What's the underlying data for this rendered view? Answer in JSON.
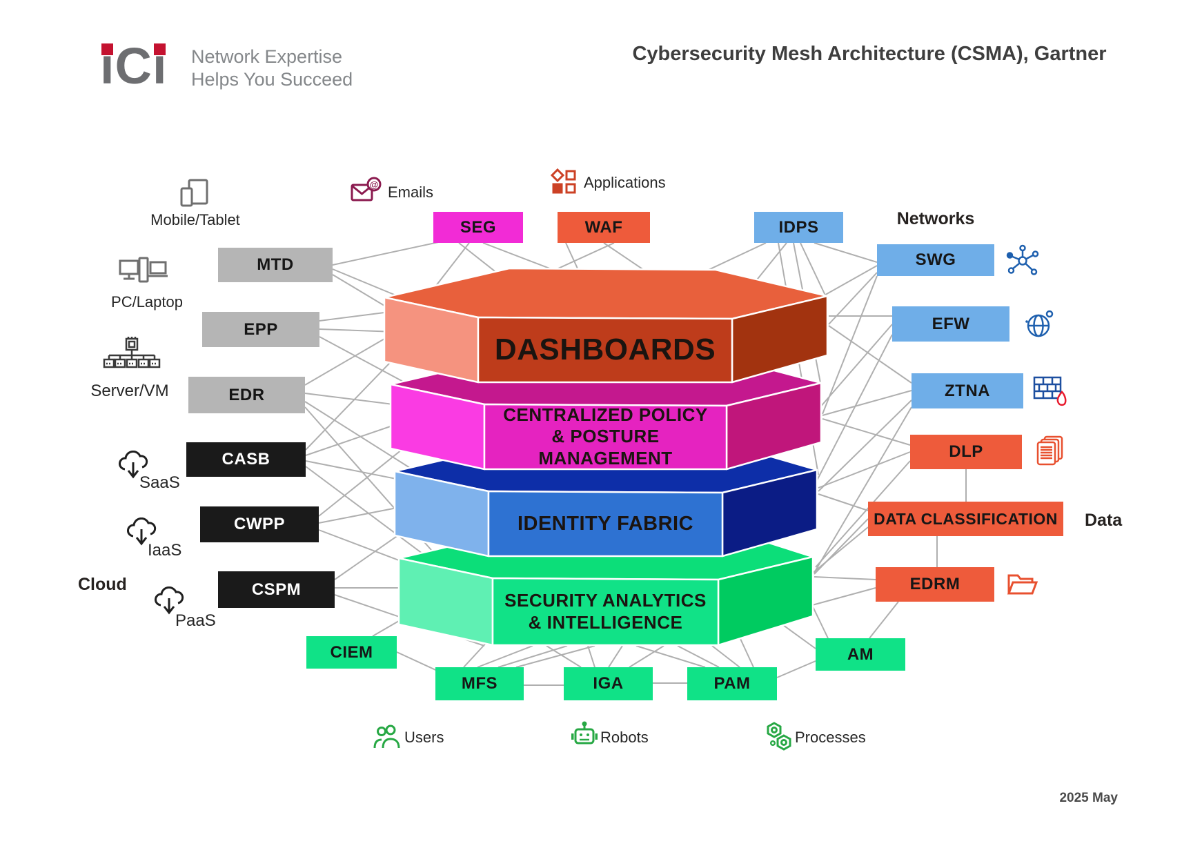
{
  "brand": {
    "logo_text": "iCi",
    "tagline_line1": "Network Expertise",
    "tagline_line2": "Helps You Succeed"
  },
  "title": "Cybersecurity Mesh Architecture (CSMA), Gartner",
  "date": "2025 May",
  "stack_layers": [
    {
      "id": "dashboards",
      "label": "DASHBOARDS",
      "front_color": "#BE3C1B",
      "top_color": "#E8603C",
      "left_color": "#F5937F",
      "right_color": "#A2330F"
    },
    {
      "id": "policy",
      "label_line1": "CENTRALIZED POLICY",
      "label_line2": "& POSTURE MANAGEMENT",
      "front_color": "#E523C0",
      "top_color": "#C4188E",
      "left_color": "#FA3BE3",
      "right_color": "#C0167B"
    },
    {
      "id": "identity",
      "label": "IDENTITY FABRIC",
      "front_color": "#2E72D2",
      "top_color": "#0D2EA8",
      "left_color": "#7FB2EC",
      "right_color": "#0B1C85"
    },
    {
      "id": "analytics",
      "label_line1": "SECURITY ANALYTICS",
      "label_line2": "& INTELLIGENCE",
      "front_color": "#11E287",
      "top_color": "#0CDE79",
      "left_color": "#5FF0B3",
      "right_color": "#00CB60"
    }
  ],
  "boxes": {
    "seg": {
      "label": "SEG",
      "color": "#F22BD6"
    },
    "waf": {
      "label": "WAF",
      "color": "#EE5B3B"
    },
    "idps": {
      "label": "IDPS",
      "color": "#6FAEE8"
    },
    "mtd": {
      "label": "MTD",
      "color": "#B5B5B5"
    },
    "swg": {
      "label": "SWG",
      "color": "#6FAEE8"
    },
    "epp": {
      "label": "EPP",
      "color": "#B5B5B5"
    },
    "efw": {
      "label": "EFW",
      "color": "#6FAEE8"
    },
    "edr": {
      "label": "EDR",
      "color": "#B5B5B5"
    },
    "ztna": {
      "label": "ZTNA",
      "color": "#6FAEE8"
    },
    "casb": {
      "label": "CASB",
      "color": "#1A1A1A"
    },
    "dlp": {
      "label": "DLP",
      "color": "#EE5B3B"
    },
    "cwpp": {
      "label": "CWPP",
      "color": "#1A1A1A"
    },
    "data_classification": {
      "label": "DATA CLASSIFICATION",
      "color": "#EE5B3B"
    },
    "cspm": {
      "label": "CSPM",
      "color": "#1A1A1A"
    },
    "edrm": {
      "label": "EDRM",
      "color": "#EE5B3B"
    },
    "ciem": {
      "label": "CIEM",
      "color": "#10E287"
    },
    "am": {
      "label": "AM",
      "color": "#10E287"
    },
    "mfs": {
      "label": "MFS",
      "color": "#10E287"
    },
    "iga": {
      "label": "IGA",
      "color": "#10E287"
    },
    "pam": {
      "label": "PAM",
      "color": "#10E287"
    }
  },
  "context_labels": {
    "networks": "Networks",
    "data": "Data",
    "cloud": "Cloud"
  },
  "assets": {
    "mobile_tablet": "Mobile/Tablet",
    "pc_laptop": "PC/Laptop",
    "server_vm": "Server/VM",
    "saas": "SaaS",
    "iaas": "IaaS",
    "paas": "PaaS",
    "emails": "Emails",
    "applications": "Applications",
    "users": "Users",
    "robots": "Robots",
    "processes": "Processes"
  },
  "icon_colors": {
    "emails": "#8B1A4F",
    "applications": "#CC4125",
    "network_blue": "#1D5FAE",
    "flame_red": "#E8192C",
    "data_orange": "#E8502F",
    "identity_green": "#27A844",
    "asset_gray": "#6F6F6F",
    "cloud_black": "#1F1F1F",
    "mesh_line": "#AFAFAF",
    "logo_red": "#C41230",
    "logo_gray": "#6D6E71"
  }
}
